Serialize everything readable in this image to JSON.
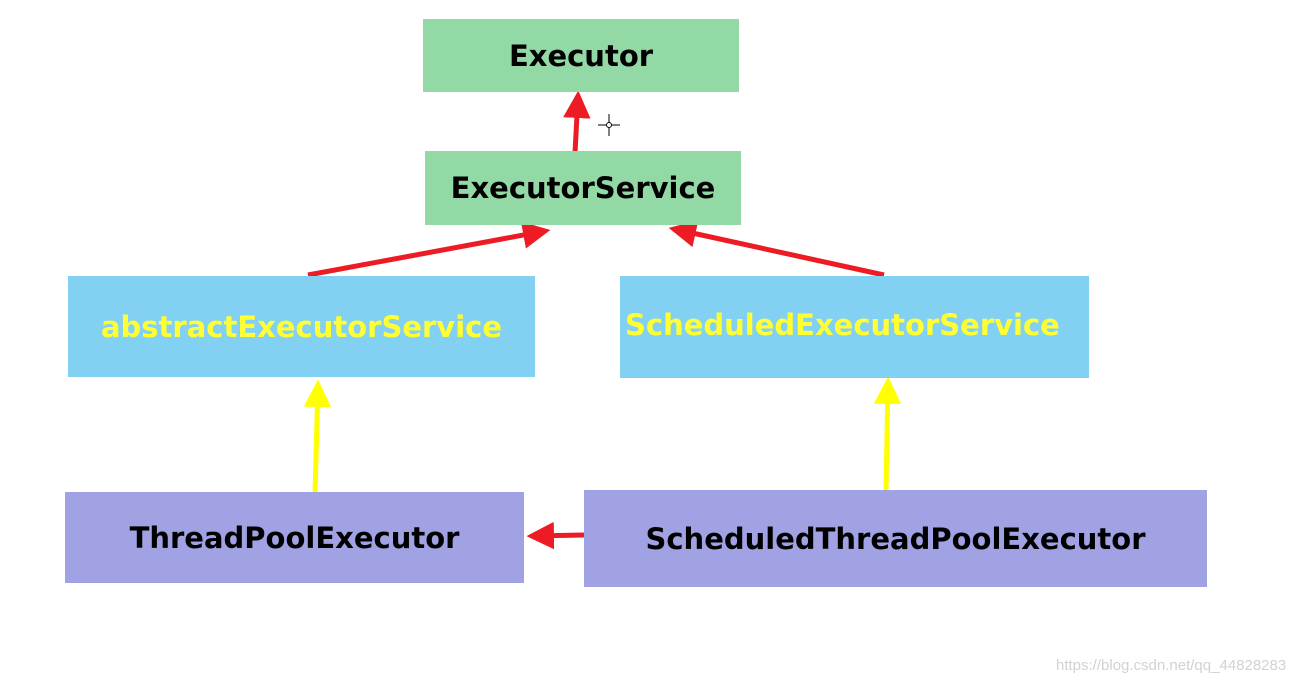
{
  "diagram": {
    "nodes": {
      "executor": {
        "label": "Executor",
        "color": "#92d9a5"
      },
      "executor_service": {
        "label": "ExecutorService",
        "color": "#92d9a5"
      },
      "abstract_executor_service": {
        "label": "abstractExecutorService",
        "color": "#82d0f2",
        "text_color": "#ffff33"
      },
      "scheduled_executor_service": {
        "label": "ScheduledExecutorService",
        "color": "#82d0f2",
        "text_color": "#ffff33"
      },
      "thread_pool_executor": {
        "label": "ThreadPoolExecutor",
        "color": "#a1a2e4"
      },
      "scheduled_thread_pool_executor": {
        "label": "ScheduledThreadPoolExecutor",
        "color": "#a1a2e4"
      }
    },
    "edges": [
      {
        "from": "executor_service",
        "to": "executor",
        "color": "#ed1c24"
      },
      {
        "from": "abstract_executor_service",
        "to": "executor_service",
        "color": "#ed1c24"
      },
      {
        "from": "scheduled_executor_service",
        "to": "executor_service",
        "color": "#ed1c24"
      },
      {
        "from": "thread_pool_executor",
        "to": "abstract_executor_service",
        "color": "#ffff00"
      },
      {
        "from": "scheduled_thread_pool_executor",
        "to": "scheduled_executor_service",
        "color": "#ffff00"
      },
      {
        "from": "scheduled_thread_pool_executor",
        "to": "thread_pool_executor",
        "color": "#ed1c24"
      }
    ]
  },
  "cursor": {
    "icon": "crosshair-cursor-icon"
  },
  "watermark": "https://blog.csdn.net/qq_44828283"
}
